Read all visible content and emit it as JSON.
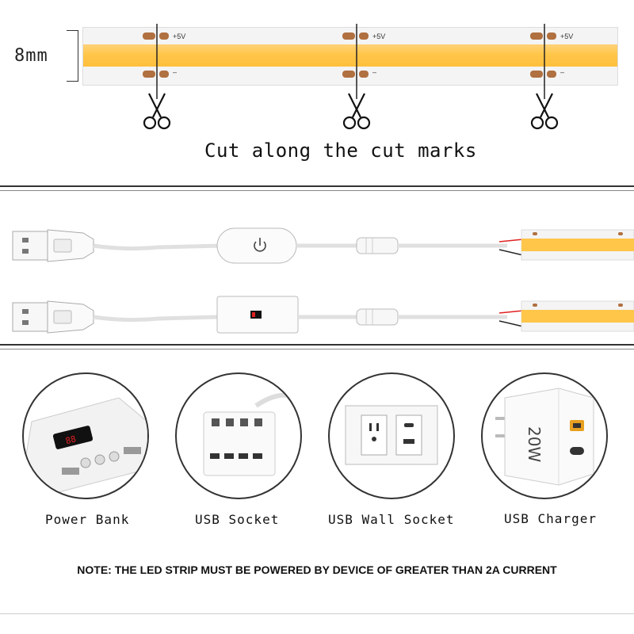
{
  "strip": {
    "width_label": "8mm",
    "positive_label": "+5V",
    "negative_label": "–",
    "cut_text": "Cut along the cut marks"
  },
  "colors": {
    "led_strip": "#ffc64a",
    "strip_substrate": "#f4f4f4",
    "copper_pad": "#b07040",
    "cable": "#e4e4e4",
    "accent_red": "#e02020"
  },
  "icons": [
    "scissors-icon",
    "power-icon",
    "usb-plug-icon"
  ],
  "power_sources": [
    {
      "label": "Power Bank"
    },
    {
      "label": "USB Socket"
    },
    {
      "label": "USB Wall Socket"
    },
    {
      "label": "USB Charger"
    }
  ],
  "charger_text": "20W",
  "note": "NOTE: THE LED STRIP MUST BE POWERED BY DEVICE OF GREATER THAN 2A CURRENT"
}
